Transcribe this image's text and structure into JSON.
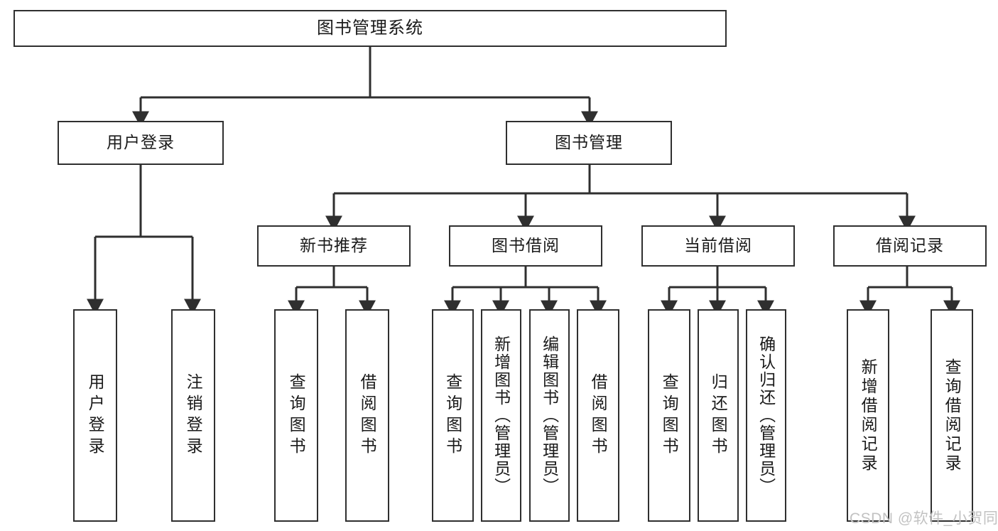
{
  "diagram": {
    "type": "tree-hierarchy-chart",
    "title": "图书管理系统",
    "colors": {
      "stroke": "#2f2f2f",
      "fill": "#ffffff",
      "text": "#1a1a1a",
      "watermark": "#c2c2c2"
    },
    "root": {
      "label": "图书管理系统"
    },
    "level2": [
      {
        "label": "用户登录"
      },
      {
        "label": "图书管理"
      }
    ],
    "level3": [
      {
        "label": "新书推荐"
      },
      {
        "label": "图书借阅"
      },
      {
        "label": "当前借阅"
      },
      {
        "label": "借阅记录"
      }
    ],
    "leaves": {
      "user_login": [
        {
          "label": "用户登录"
        },
        {
          "label": "注销登录"
        }
      ],
      "new_book_recommend": [
        {
          "label": "查询图书"
        },
        {
          "label": "借阅图书"
        }
      ],
      "book_borrow": [
        {
          "label": "查询图书"
        },
        {
          "label": "新增图书（管理员）"
        },
        {
          "label": "编辑图书（管理员）"
        },
        {
          "label": "借阅图书"
        }
      ],
      "current_borrow": [
        {
          "label": "查询图书"
        },
        {
          "label": "归还图书"
        },
        {
          "label": "确认归还（管理员）"
        }
      ],
      "borrow_record": [
        {
          "label": "新增借阅记录"
        },
        {
          "label": "查询借阅记录"
        }
      ]
    }
  },
  "watermark": {
    "text": "CSDN @软件_小贺同学"
  }
}
